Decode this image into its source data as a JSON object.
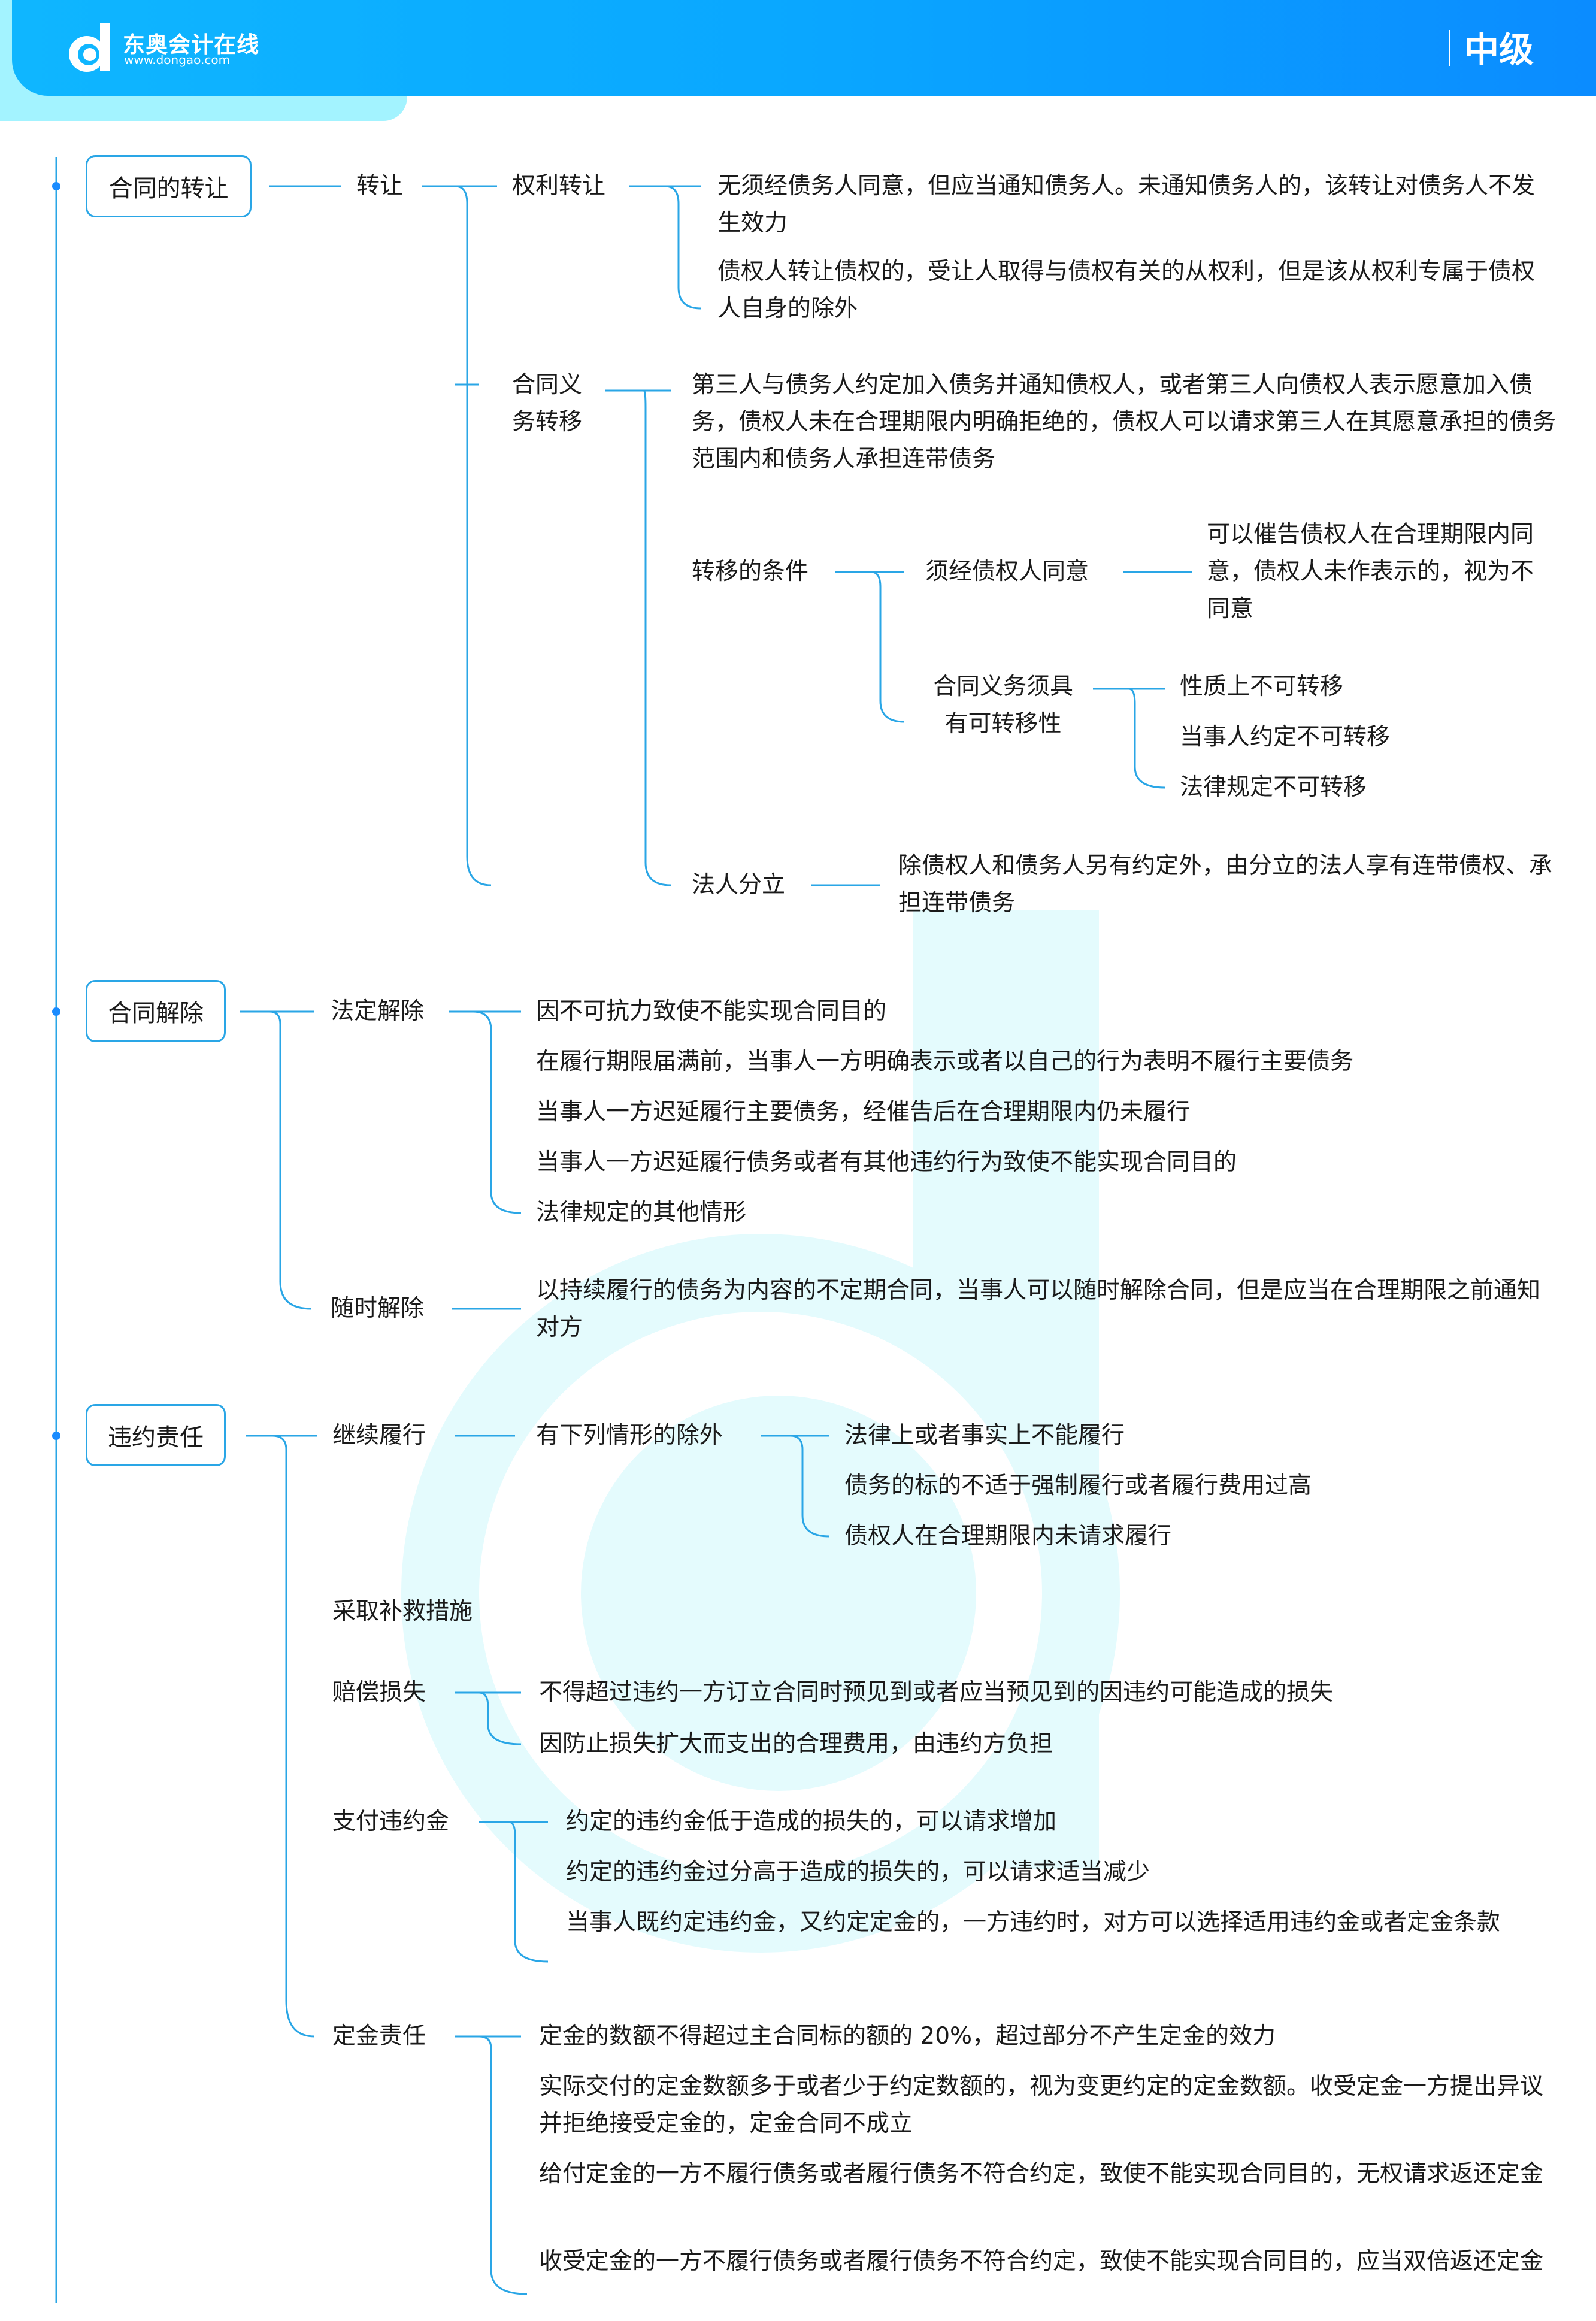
{
  "header": {
    "brand_cn": "东奥会计在线",
    "brand_url": "www.dongao.com",
    "level": "中级",
    "logo_icon": "dongao-d-logo-icon",
    "colors": {
      "header_start": "#0fb6ff",
      "header_end": "#0b8cff",
      "tab": "#a3f3ff",
      "line": "#2aa6e6",
      "watermark": "#e4fbfd"
    }
  },
  "sections": {
    "transfer": {
      "title": "合同的转让",
      "sub": "转让",
      "rights": {
        "label": "权利转让",
        "items": [
          "无须经债务人同意，但应当通知债务人。未通知债务人的，该转让对债务人不发生效力",
          "债权人转让债权的，受让人取得与债权有关的从权利，但是该从权利专属于债权人自身的除外"
        ]
      },
      "obligation": {
        "label": "合同义务转移",
        "desc": "第三人与债务人约定加入债务并通知债权人，或者第三人向债权人表示愿意加入债务，债权人未在合理期限内明确拒绝的，债权人可以请求第三人在其愿意承担的债务范围内和债务人承担连带债务",
        "conditions": {
          "label": "转移的条件",
          "consent": {
            "label": "须经债权人同意",
            "desc": "可以催告债权人在合理期限内同意，债权人未作表示的，视为不同意"
          },
          "transferable": {
            "label": "合同义务须具有可转移性",
            "items": [
              "性质上不可转移",
              "当事人约定不可转移",
              "法律规定不可转移"
            ]
          }
        }
      },
      "split": {
        "label": "法人分立",
        "desc": "除债权人和债务人另有约定外，由分立的法人享有连带债权、承担连带债务"
      }
    },
    "termination": {
      "title": "合同解除",
      "statutory": {
        "label": "法定解除",
        "items": [
          "因不可抗力致使不能实现合同目的",
          "在履行期限届满前，当事人一方明确表示或者以自己的行为表明不履行主要债务",
          "当事人一方迟延履行主要债务，经催告后在合理期限内仍未履行",
          "当事人一方迟延履行债务或者有其他违约行为致使不能实现合同目的",
          "法律规定的其他情形"
        ]
      },
      "anytime": {
        "label": "随时解除",
        "desc": "以持续履行的债务为内容的不定期合同，当事人可以随时解除合同，但是应当在合理期限之前通知对方"
      }
    },
    "liability": {
      "title": "违约责任",
      "continue": {
        "label": "继续履行",
        "except": "有下列情形的除外",
        "items": [
          "法律上或者事实上不能履行",
          "债务的标的不适于强制履行或者履行费用过高",
          "债权人在合理期限内未请求履行"
        ]
      },
      "remedy": {
        "label": "采取补救措施"
      },
      "damages": {
        "label": "赔偿损失",
        "items": [
          "不得超过违约一方订立合同时预见到或者应当预见到的因违约可能造成的损失",
          "因防止损失扩大而支出的合理费用，由违约方负担"
        ]
      },
      "penalty": {
        "label": "支付违约金",
        "items": [
          "约定的违约金低于造成的损失的，可以请求增加",
          "约定的违约金过分高于造成的损失的，可以请求适当减少",
          "当事人既约定违约金，又约定定金的，一方违约时，对方可以选择适用违约金或者定金条款"
        ]
      },
      "deposit": {
        "label": "定金责任",
        "items": [
          "定金的数额不得超过主合同标的额的 20%，超过部分不产生定金的效力",
          "实际交付的定金数额多于或者少于约定数额的，视为变更约定的定金数额。收受定金一方提出异议并拒绝接受定金的，定金合同不成立",
          "给付定金的一方不履行债务或者履行债务不符合约定，致使不能实现合同目的，无权请求返还定金",
          "收受定金的一方不履行债务或者履行债务不符合约定，致使不能实现合同目的，应当双倍返还定金"
        ]
      }
    }
  }
}
